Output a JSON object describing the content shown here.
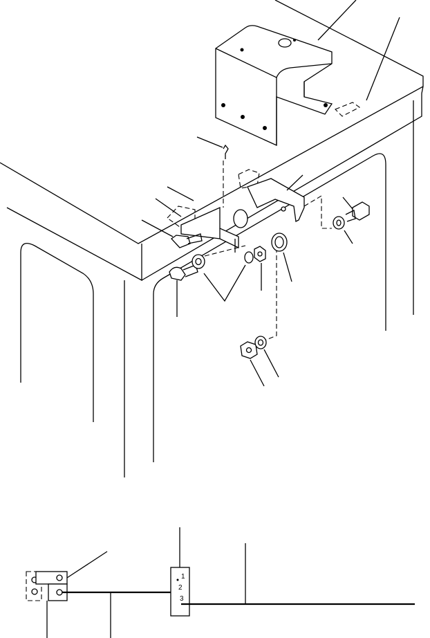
{
  "figure": {
    "type": "exploded-parts-diagram",
    "background": "#ffffff",
    "ink": "#000000"
  },
  "schematic": {
    "terminal_labels": [
      "1",
      "2",
      "3"
    ]
  }
}
